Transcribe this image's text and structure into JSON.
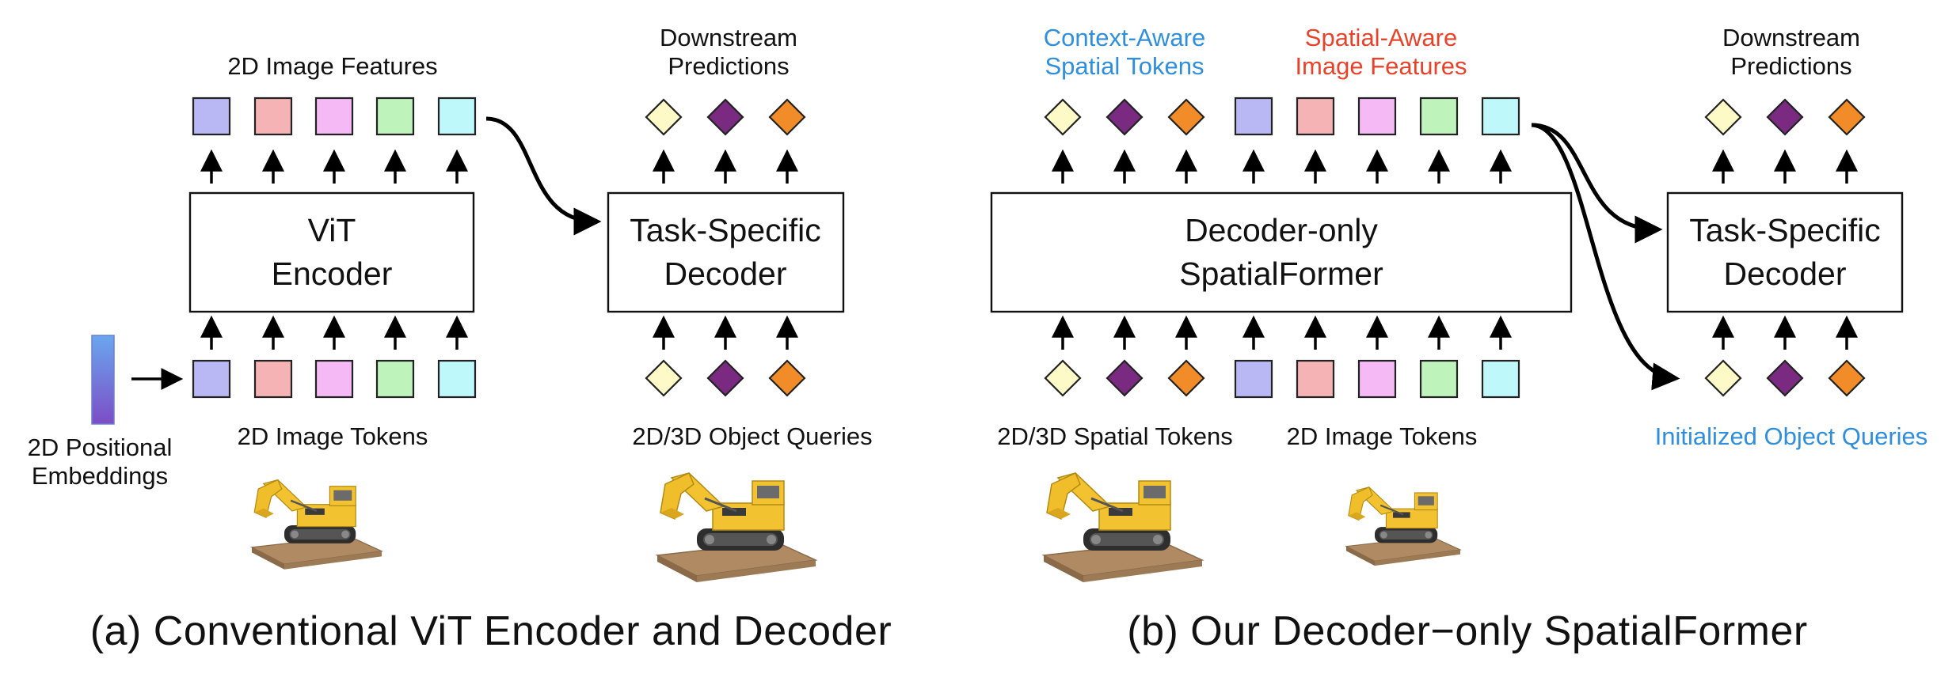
{
  "colors": {
    "token_blue": "#b9b8f5",
    "token_red": "#f5b3b5",
    "token_pink": "#f5baf5",
    "token_green": "#bff3bc",
    "token_cyan": "#bff8fa",
    "query_yellow": "#fdfac8",
    "query_purple": "#7a2a80",
    "query_orange": "#f28c28",
    "highlight_blue": "#2f8fdc",
    "highlight_red": "#e8432a",
    "positional_gradient_top": "#6aa7ee",
    "positional_gradient_bottom": "#7c4dc6"
  },
  "panel_a": {
    "caption": "(a)  Conventional ViT Encoder and Decoder",
    "encoder_line1": "ViT",
    "encoder_line2": "Encoder",
    "decoder_line1": "Task-Specific",
    "decoder_line2": "Decoder",
    "features_label": "2D Image Features",
    "predictions_line1": "Downstream",
    "predictions_line2": "Predictions",
    "tokens_label": "2D Image Tokens",
    "queries_label": "2D/3D Object Queries",
    "positional_line1": "2D Positional",
    "positional_line2": "Embeddings",
    "image_icon": "lego-excavator-image"
  },
  "panel_b": {
    "caption": "(b)  Our Decoder−only SpatialFormer",
    "former_line1": "Decoder-only",
    "former_line2": "SpatialFormer",
    "decoder_line1": "Task-Specific",
    "decoder_line2": "Decoder",
    "context_line1": "Context-Aware",
    "context_line2": "Spatial Tokens",
    "spatial_line1": "Spatial-Aware",
    "spatial_line2": "Image Features",
    "predictions_line1": "Downstream",
    "predictions_line2": "Predictions",
    "spatial_tokens_label": "2D/3D Spatial Tokens",
    "image_tokens_label": "2D Image Tokens",
    "init_queries_label": "Initialized Object Queries",
    "image_icon": "lego-excavator-image"
  }
}
